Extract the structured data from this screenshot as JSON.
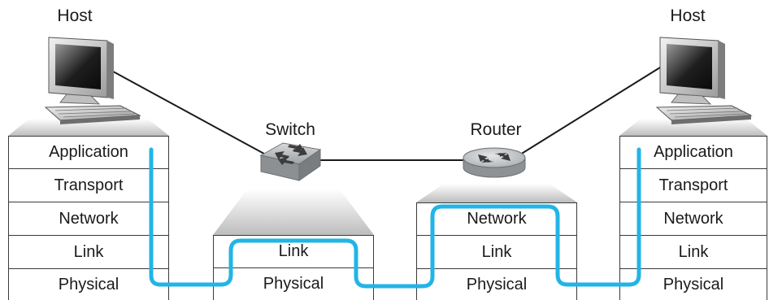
{
  "devices": {
    "host_left": {
      "label": "Host"
    },
    "switch": {
      "label": "Switch"
    },
    "router": {
      "label": "Router"
    },
    "host_right": {
      "label": "Host"
    }
  },
  "stacks": {
    "host_left": [
      "Application",
      "Transport",
      "Network",
      "Link",
      "Physical"
    ],
    "switch": [
      "Link",
      "Physical"
    ],
    "router": [
      "Network",
      "Link",
      "Physical"
    ],
    "host_right": [
      "Application",
      "Transport",
      "Network",
      "Link",
      "Physical"
    ]
  },
  "colors": {
    "data_path": "#22b4e6",
    "stack_border": "#3a3a3a",
    "roof_gradient_top": "#ffffff",
    "roof_gradient_bottom": "#bdbdbd",
    "device_gray": "#b9bcbf"
  }
}
